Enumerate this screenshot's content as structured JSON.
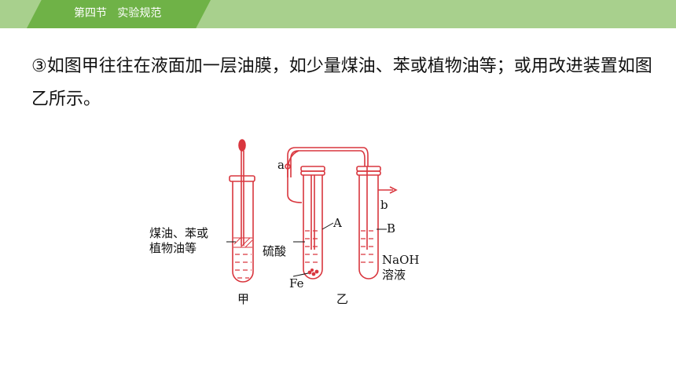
{
  "header": {
    "section_title": "第四节   实验规范"
  },
  "content": {
    "paragraph": "③如图甲往往在液面加一层油膜，如少量煤油、苯或植物油等；或用改进装置如图乙所示。"
  },
  "figure": {
    "jia": {
      "label_line1": "煤油、苯或",
      "label_line2": "植物油等",
      "caption": "甲"
    },
    "yi": {
      "label_a": "a",
      "label_b": "b",
      "label_A": "A",
      "label_B": "B",
      "label_acid": "硫酸",
      "label_fe": "Fe",
      "label_naoh": "NaOH",
      "label_solution": "溶液",
      "caption": "乙"
    }
  },
  "colors": {
    "header_bar": "#a8d08d",
    "header_tab": "#6fb247",
    "apparatus_red": "#d9363e"
  }
}
